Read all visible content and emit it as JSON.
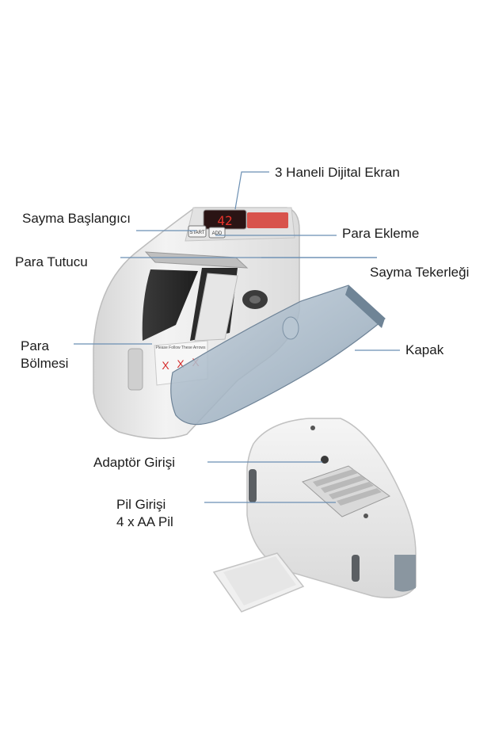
{
  "labels": {
    "display": "3 Haneli Dijital Ekran",
    "start": "Sayma Başlangıcı",
    "add": "Para Ekleme",
    "holder": "Para Tutucu",
    "wheel": "Sayma Tekerleği",
    "compartment": [
      "Para",
      "Bölmesi"
    ],
    "cover": "Kapak",
    "adapter": "Adaptör Girişi",
    "battery": [
      "Pil Girişi",
      "4 x AA Pil"
    ]
  },
  "device": {
    "display_digits": "42",
    "start_button": "START",
    "add_button": "ADD",
    "card_text": "Please Follow These Arrows",
    "arrows": [
      "X",
      "X",
      "X"
    ]
  },
  "colors": {
    "body": "#ececec",
    "display_red": "#e8332b",
    "cover_blue": "#8fa4b6",
    "leader_line": "#6b8fb3"
  }
}
